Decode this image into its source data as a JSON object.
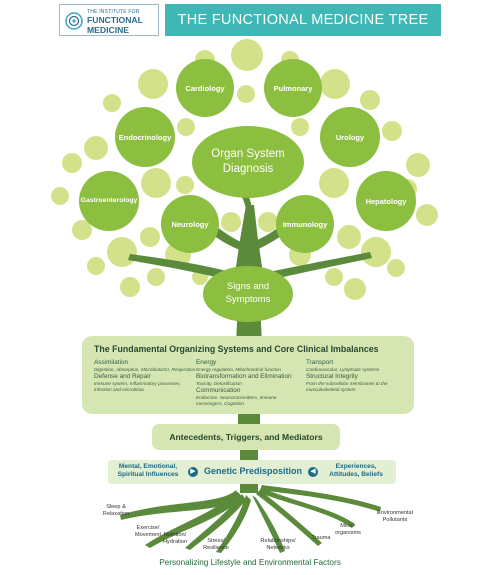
{
  "logo": {
    "line1": "THE INSTITUTE FOR",
    "line2": "FUNCTIONAL",
    "line3": "MEDICINE"
  },
  "title": "THE FUNCTIONAL MEDICINE TREE",
  "colors": {
    "teal": "#3fb7b4",
    "leaf_dark": "#8cbf3f",
    "leaf_light": "#d3e28a",
    "trunk": "#5a8a3a",
    "panel": "#d5e6b3",
    "text_blue": "#1c6a87"
  },
  "organs": {
    "cardiology": "Cardiology",
    "pulmonary": "Pulmonary",
    "endocrinology": "Endocrinology",
    "urology": "Urology",
    "gastroenterology": "Gastroenterology",
    "hepatology": "Hepatology",
    "neurology": "Neurology",
    "immunology": "Immunology"
  },
  "center": {
    "line1": "Organ System",
    "line2": "Diagnosis"
  },
  "signs": {
    "line1": "Signs and",
    "line2": "Symptoms"
  },
  "panel": {
    "title": "The Fundamental Organizing Systems and Core Clinical Imbalances",
    "col1": [
      {
        "head": "Assimilation",
        "text": "Digestion, Absorption, Microbiota/GI, Respiration"
      },
      {
        "head": "Defense and Repair",
        "text": "Immune system, Inflammatory processes, Infection and microbiota"
      }
    ],
    "col2": [
      {
        "head": "Energy",
        "text": "Energy regulation, Mitochondrial function"
      },
      {
        "head": "Biotransformation and Elimination",
        "text": "Toxicity, Detoxification"
      },
      {
        "head": "Communication",
        "text": "Endocrine, Neurotransmitters, Immune messengers, Cognition"
      }
    ],
    "col3": [
      {
        "head": "Transport",
        "text": "Cardiovascular, Lymphatic systems"
      },
      {
        "head": "Structural Integrity",
        "text": "From the subcellular membranes to the musculoskeletal system"
      }
    ]
  },
  "antecedents": "Antecedents, Triggers, and Mediators",
  "genetic": {
    "left": "Mental, Emotional, Spiritual Influences",
    "center": "Genetic Predisposition",
    "right": "Experiences, Attitudes, Beliefs"
  },
  "roots": {
    "sleep": "Sleep & Relaxation",
    "exercise": "Exercise/ Movement",
    "nutrition": "Nutrition/ Hydration",
    "stress": "Stress/ Resilience",
    "relationships": "Relationships/ Networks",
    "trauma": "Trauma",
    "micro": "Micro- organisms",
    "environmental": "Environmental Pollutants"
  },
  "footer": "Personalizing Lifestyle and Environmental Factors"
}
